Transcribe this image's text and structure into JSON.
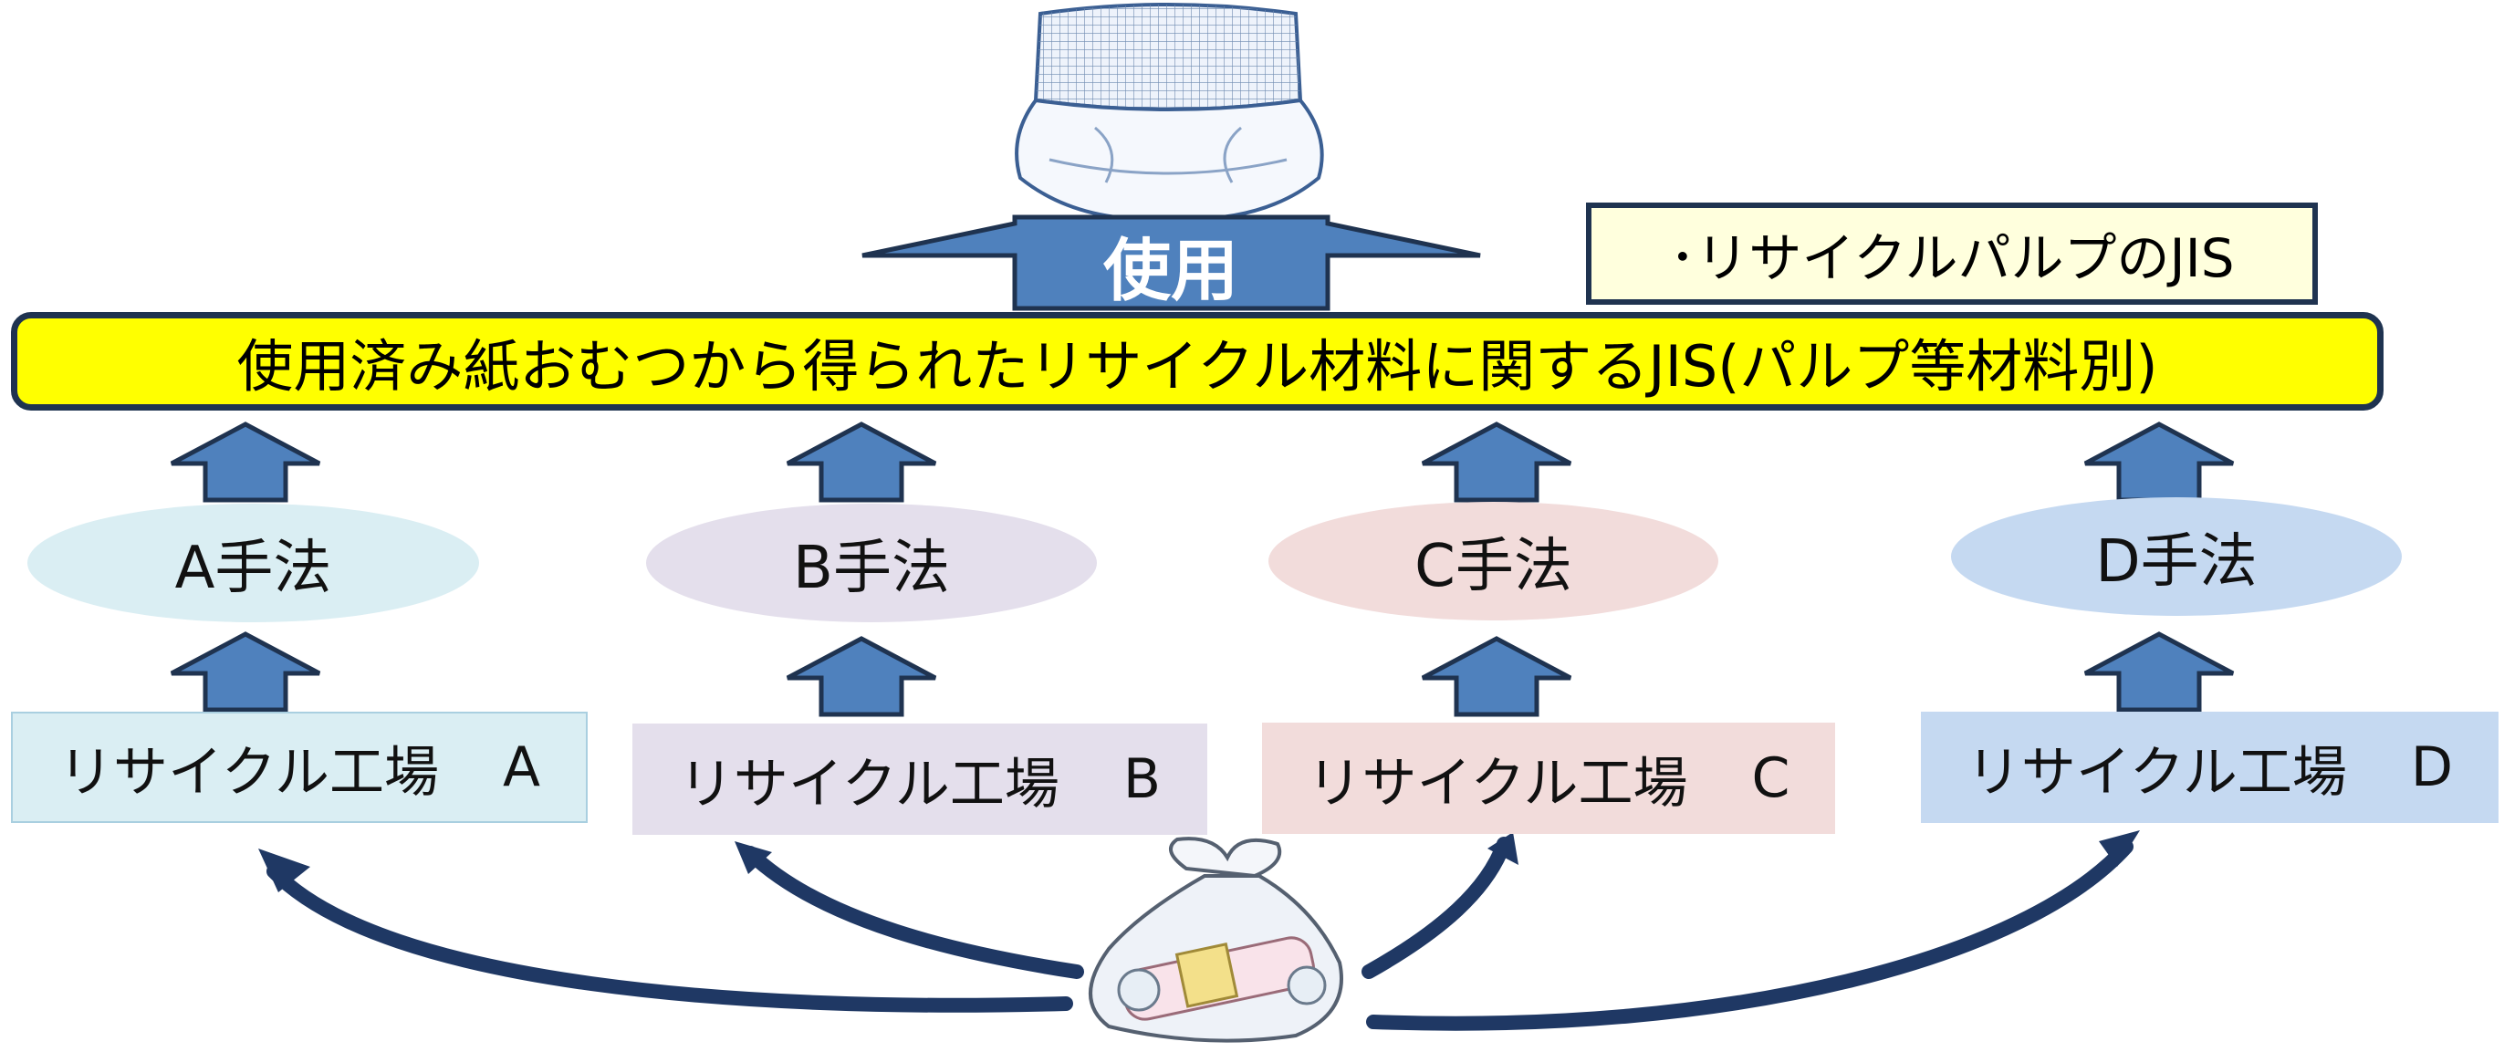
{
  "top_label": "使用",
  "banner": {
    "text": "使用済み紙おむつから得られたリサイクル材料に関するJIS(パルプ等材料別)",
    "fill": "#ffff00",
    "border": "#1f3350"
  },
  "jis_box": {
    "text": "･リサイクルパルプのJIS",
    "fill": "#ffffdd"
  },
  "methods": [
    {
      "label": "A手法",
      "fill": "#daeef3"
    },
    {
      "label": "B手法",
      "fill": "#e4dfec"
    },
    {
      "label": "C手法",
      "fill": "#f2dcdb"
    },
    {
      "label": "D手法",
      "fill": "#c5d9f1"
    }
  ],
  "plants": [
    {
      "name": "リサイクル工場",
      "letter": "A",
      "fill": "#daeef3"
    },
    {
      "name": "リサイクル工場",
      "letter": "B",
      "fill": "#e4dfec"
    },
    {
      "name": "リサイクル工場",
      "letter": "C",
      "fill": "#f2dcdb"
    },
    {
      "name": "リサイクル工場",
      "letter": "D",
      "fill": "#c5d9f1"
    }
  ],
  "colors": {
    "arrow_fill": "#4f81bd",
    "arrow_outline": "#1f3350",
    "curve": "#1f3864"
  },
  "icons": [
    "diaper-icon",
    "waste-bag-icon"
  ]
}
